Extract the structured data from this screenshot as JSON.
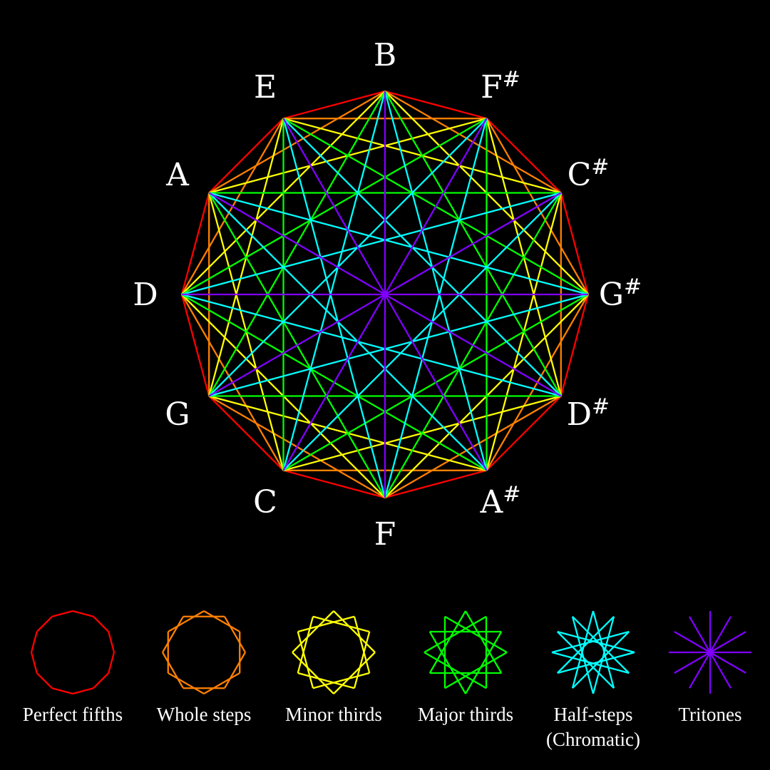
{
  "diagram": {
    "notes": [
      {
        "letter": "F",
        "accidental": ""
      },
      {
        "letter": "A",
        "accidental": "#"
      },
      {
        "letter": "D",
        "accidental": "#"
      },
      {
        "letter": "G",
        "accidental": "#"
      },
      {
        "letter": "C",
        "accidental": "#"
      },
      {
        "letter": "F",
        "accidental": "#"
      },
      {
        "letter": "B",
        "accidental": ""
      },
      {
        "letter": "E",
        "accidental": ""
      },
      {
        "letter": "A",
        "accidental": ""
      },
      {
        "letter": "D",
        "accidental": ""
      },
      {
        "letter": "G",
        "accidental": ""
      },
      {
        "letter": "C",
        "accidental": ""
      }
    ],
    "intervals": [
      {
        "key": "perfect-fifths",
        "step": 1,
        "color": "#ff0000",
        "caption": [
          "Perfect fifths"
        ]
      },
      {
        "key": "whole-steps",
        "step": 2,
        "color": "#ff8000",
        "caption": [
          "Whole steps"
        ]
      },
      {
        "key": "minor-thirds",
        "step": 3,
        "color": "#ffff00",
        "caption": [
          "Minor thirds"
        ]
      },
      {
        "key": "major-thirds",
        "step": 4,
        "color": "#00ff00",
        "caption": [
          "Major thirds"
        ]
      },
      {
        "key": "half-steps",
        "step": 5,
        "color": "#00ffff",
        "caption": [
          "Half-steps",
          "(Chromatic)"
        ]
      },
      {
        "key": "tritones",
        "step": 6,
        "color": "#8000ff",
        "caption": [
          "Tritones"
        ]
      }
    ]
  }
}
